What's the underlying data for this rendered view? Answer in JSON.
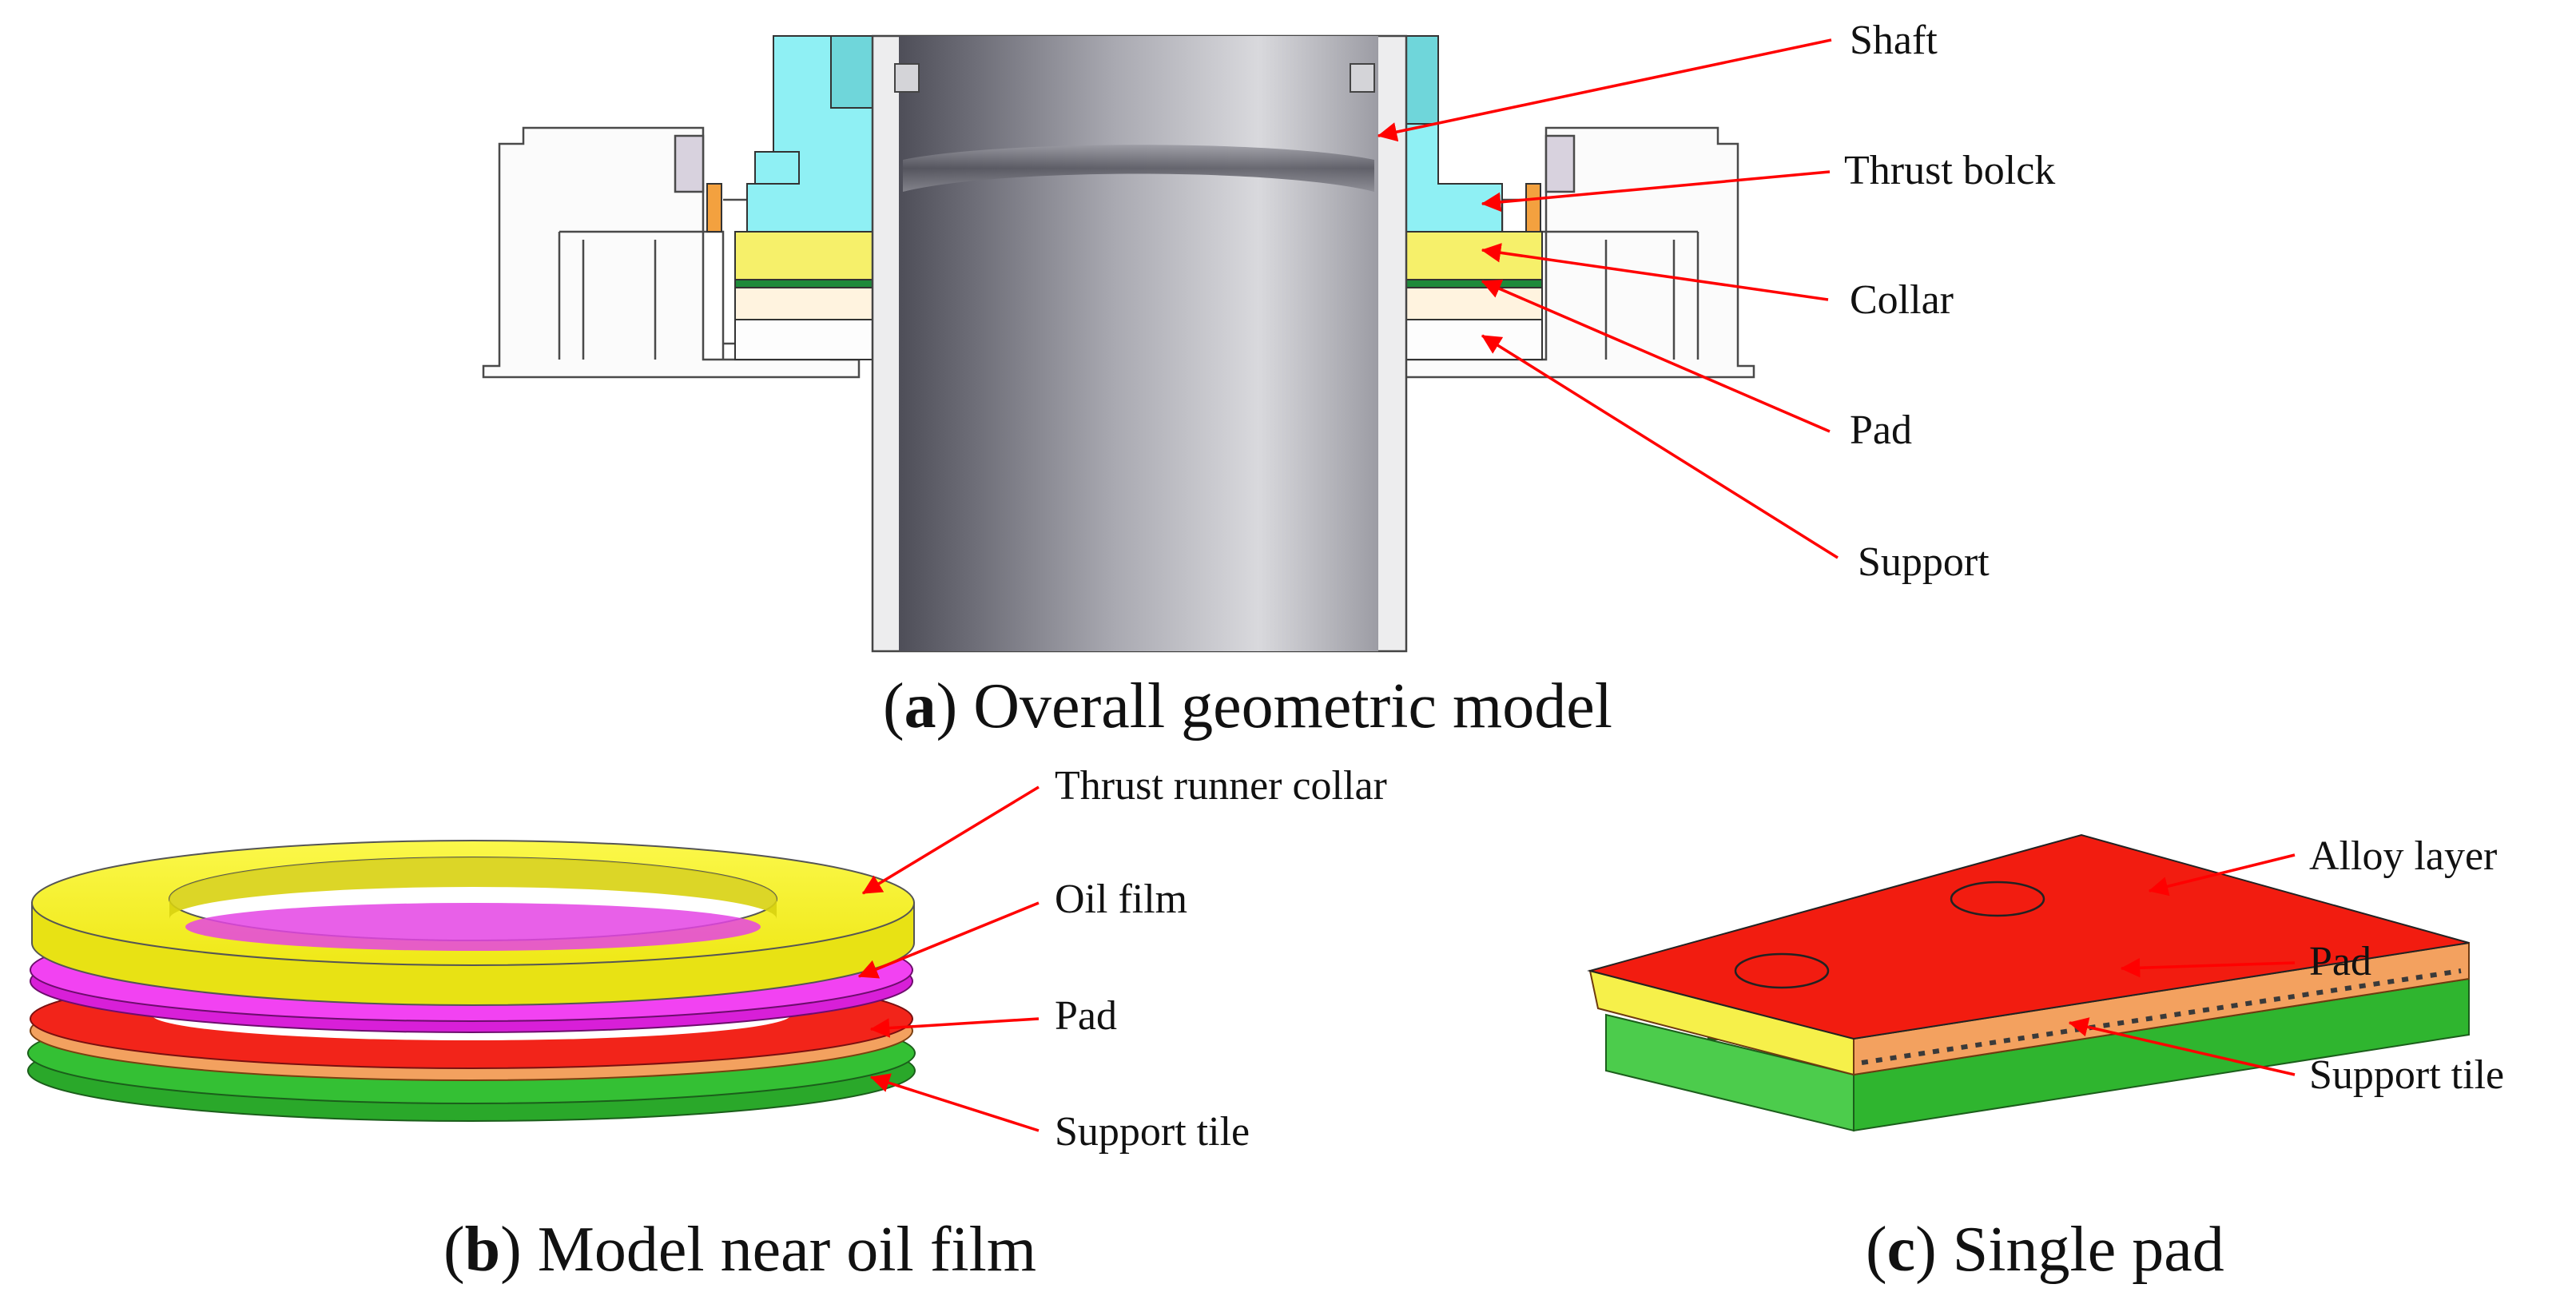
{
  "panels": {
    "a": {
      "caption_letter": "a",
      "caption_text": " Overall geometric model",
      "labels": {
        "shaft": "Shaft",
        "thrust_block": "Thrust bolck",
        "collar": "Collar",
        "pad": "Pad",
        "support": "Support"
      }
    },
    "b": {
      "caption_letter": "b",
      "caption_text": " Model near oil film",
      "labels": {
        "thrust_runner_collar": "Thrust runner collar",
        "oil_film": "Oil film",
        "pad": "Pad",
        "support_tile": "Support tile"
      }
    },
    "c": {
      "caption_letter": "c",
      "caption_text": " Single pad",
      "labels": {
        "alloy_layer": "Alloy layer",
        "pad": "Pad",
        "support_tile": "Support tile"
      }
    }
  },
  "colors": {
    "arrow": "#ff0000",
    "thrust_block": "#8ff0f4",
    "collar": "#f6f06a",
    "pad": "#f3a15f",
    "alloy": "#f21c10",
    "oil_film": "#f028f0",
    "support_tile": "#24b424",
    "runner_collar": "#f6f21e",
    "outline": "#333333"
  }
}
